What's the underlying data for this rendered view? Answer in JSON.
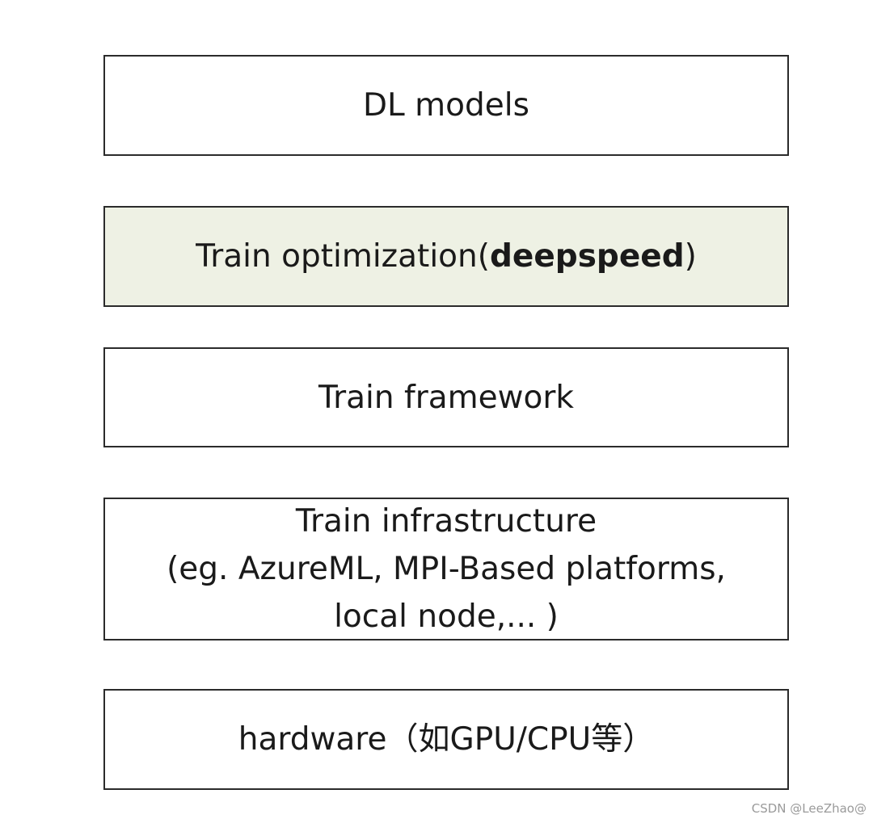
{
  "diagram": {
    "layers": [
      {
        "text": "DL models"
      },
      {
        "text_prefix": "Train optimization(",
        "text_bold": "deepspeed",
        "text_suffix": ")",
        "fill": "#eef1e4"
      },
      {
        "text": "Train framework"
      },
      {
        "lines": [
          "Train infrastructure",
          "(eg. AzureML,  MPI-Based platforms,",
          "local node,... )"
        ]
      },
      {
        "text": "hardware（如GPU/CPU等）"
      }
    ]
  },
  "watermark": "CSDN @LeeZhao@"
}
